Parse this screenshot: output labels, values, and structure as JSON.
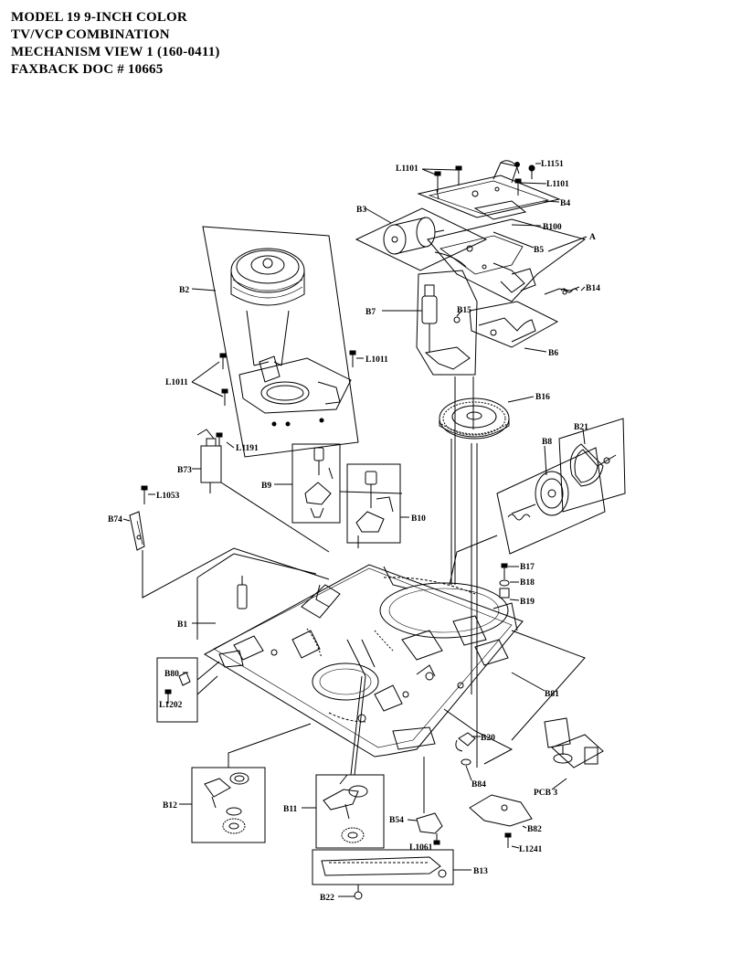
{
  "header": {
    "line1": "MODEL 19  9-INCH COLOR",
    "line2": "TV/VCP COMBINATION",
    "line3": "MECHANISM VIEW 1  (160-0411)",
    "line4": "FAXBACK DOC # 10665"
  },
  "labels": {
    "L1101a": "L1101",
    "L1151": "L1151",
    "L1101b": "L1101",
    "B4": "B4",
    "B3": "B3",
    "B100": "B100",
    "A": "A",
    "B5": "B5",
    "B14": "B14",
    "B2": "B2",
    "B7": "B7",
    "B15": "B15",
    "B6": "B6",
    "L1011a": "L1011",
    "L1011b": "L1011",
    "B16": "B16",
    "L1191": "L1191",
    "B21": "B21",
    "B8": "B8",
    "B73": "B73",
    "B9": "B9",
    "B10": "B10",
    "L1053": "L1053",
    "B74": "B74",
    "B17": "B17",
    "B18": "B18",
    "B19": "B19",
    "B1": "B1",
    "B80": "B80",
    "L1202": "L1202",
    "B81": "B81",
    "B20": "B20",
    "B84": "B84",
    "PCB3": "PCB 3",
    "B12": "B12",
    "B11": "B11",
    "B54": "B54",
    "B82": "B82",
    "L1061": "L1061",
    "L1241": "L1241",
    "B13": "B13",
    "B22": "B22"
  }
}
